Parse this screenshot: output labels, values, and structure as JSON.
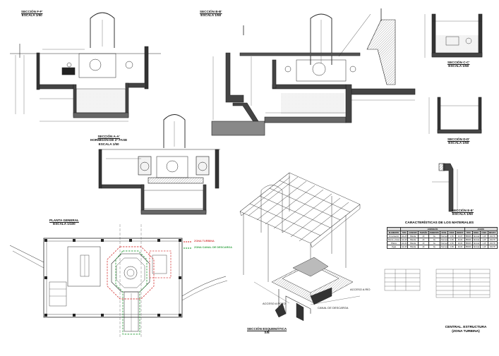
{
  "sections": {
    "ff": {
      "title": "SECCIÓN F-F'",
      "scale": "ESCALA 1/50"
    },
    "bb": {
      "title": "SECCIÓN B-B'",
      "scale": "ESCALA 1/50"
    },
    "cc": {
      "title": "SECCIÓN C-C'",
      "scale": "ESCALA 1/50"
    },
    "dd": {
      "title": "SECCIÓN D-D'",
      "scale": "ESCALA 1/50"
    },
    "aa": {
      "title": "SECCIÓN A-A'",
      "subtitle": "HORMIGÓN DE 2ª FASE",
      "scale": "ESCALA 1/50"
    },
    "ee": {
      "title": "SECCIÓN E-E'",
      "scale": "ESCALA 1/50"
    }
  },
  "plan": {
    "title": "PLANTA GENERAL",
    "scale": "ESCALA 1/100"
  },
  "legend": [
    {
      "label": "ZONA TURBINA",
      "color": "#d94a4a"
    },
    {
      "label": "ZONA CANAL DE DESCARGA",
      "color": "#3aa64a"
    }
  ],
  "iso": {
    "title": "SECCIÓN ESQUEMÁTICA",
    "scale": "S/E",
    "notes": [
      "ACCESO A RÍO",
      "ACCESO A POZO",
      "CANAL DE DESCARGA"
    ]
  },
  "materials": {
    "title": "CARACTERÍSTICAS DE LOS MATERIALES",
    "group_headers": [
      "HORMIGÓN",
      "ACERO"
    ],
    "columns": [
      "ELEMENTO",
      "TIPO",
      "CONSIST.",
      "TAMAÑO",
      "AMBIENTE",
      "NIVEL",
      "COEF.",
      "RESIST.",
      "TIPO",
      "NIVEL",
      "COEF.",
      "RESIST."
    ],
    "rows": [
      [
        "Cimentación",
        "HA-25",
        "Blanda",
        "20",
        "IIa",
        "Normal",
        "1,50",
        "16,67",
        "B500S",
        "Normal",
        "1,15",
        "434,78"
      ],
      [
        "Muros y losas",
        "HA-30",
        "Blanda",
        "20",
        "IIa",
        "Normal",
        "1,50",
        "20,00",
        "B500S",
        "Normal",
        "1,15",
        "434,78"
      ],
      [
        "Pilares",
        "HA-30",
        "Blanda",
        "20",
        "IIa",
        "Normal",
        "1,50",
        "20,00",
        "B500S",
        "Normal",
        "1,15",
        "434,78"
      ],
      [
        "Vigas",
        "HA-30",
        "Blanda",
        "20",
        "IIa",
        "Normal",
        "1,50",
        "20,00",
        "B500S",
        "Normal",
        "1,15",
        "434,78"
      ]
    ]
  },
  "sheet_title": {
    "line1": "CENTRAL. ESTRUCTURA",
    "line2": "(ZONA TURBINA)"
  }
}
